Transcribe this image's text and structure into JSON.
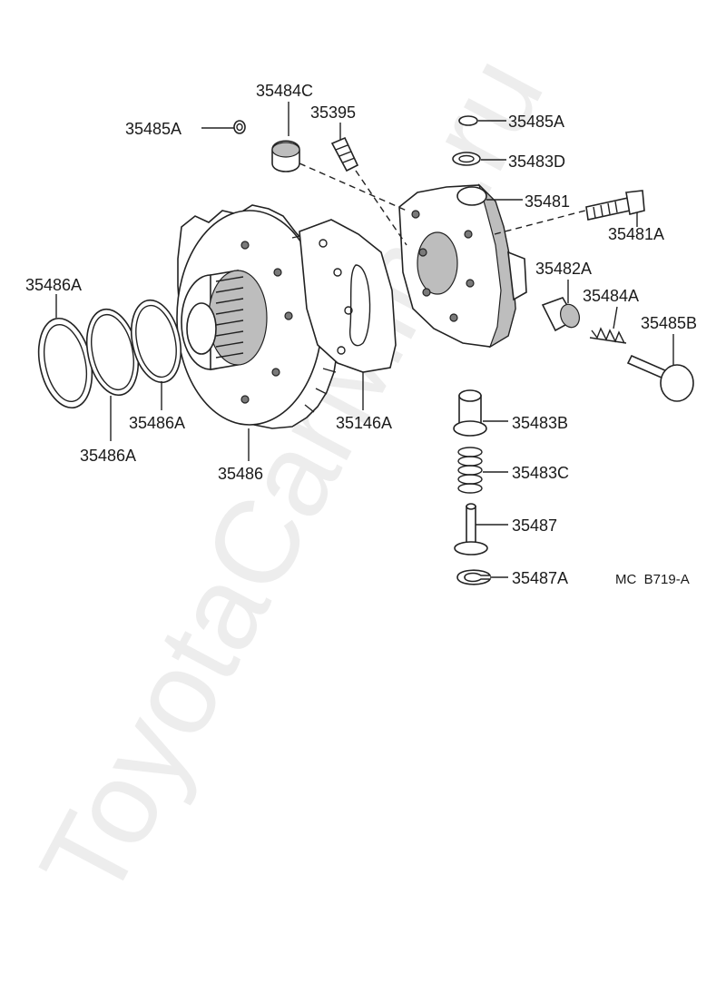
{
  "watermark": "ToyotaCarMine.ru",
  "diagram_code": "MC  B719-A",
  "part_labels": {
    "p35484C": "35484C",
    "p35395": "35395",
    "p35485A_left": "35485A",
    "p35485A_right": "35485A",
    "p35483D": "35483D",
    "p35481": "35481",
    "p35481A": "35481A",
    "p35482A": "35482A",
    "p35484A": "35484A",
    "p35485B": "35485B",
    "p35486A_top": "35486A",
    "p35486A_mid": "35486A",
    "p35486A_bottom": "35486A",
    "p35146A": "35146A",
    "p35486": "35486",
    "p35483B": "35483B",
    "p35483C": "35483C",
    "p35487": "35487",
    "p35487A": "35487A"
  }
}
